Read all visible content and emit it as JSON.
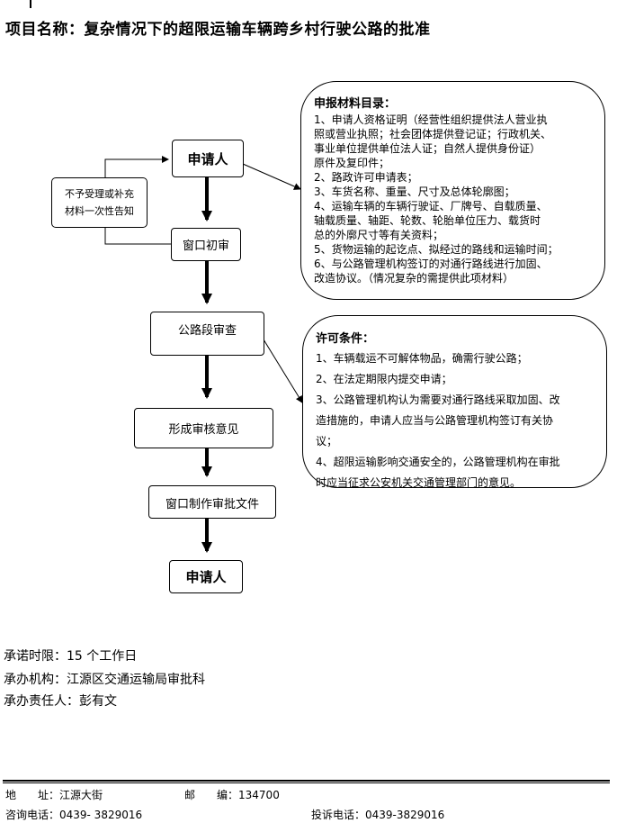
{
  "title": "项目名称：复杂情况下的超限运输车辆跨乡村行驶公路的批准",
  "flow": {
    "applicant_top": "申请人",
    "window_initial": "窗口初审",
    "road_review": "公路段审查",
    "opinion": "形成审核意见",
    "window_document": "窗口制作审批文件",
    "applicant_bottom": "申请人"
  },
  "side_note": {
    "line1": "不予受理或补充",
    "line2": "材料一次性告知"
  },
  "materials": {
    "title": "申报材料目录：",
    "lines": [
      "1、申请人资格证明（经营性组织提供法人营业执",
      "照或营业执照；社会团体提供登记证；行政机关、",
      "事业单位提供单位法人证；自然人提供身份证）",
      "原件及复印件；",
      "2、路政许可申请表；",
      "3、车货名称、重量、尺寸及总体轮廓图；",
      "4、运输车辆的车辆行驶证、厂牌号、自载质量、",
      "轴载质量、轴距、轮数、轮胎单位压力、载货时",
      "总的外廓尺寸等有关资料；",
      "5、货物运输的起讫点、拟经过的路线和运输时间；",
      "6、与公路管理机构签订的对通行路线进行加固、",
      "改造协议。（情况复杂的需提供此项材料）"
    ]
  },
  "conditions": {
    "title": "许可条件：",
    "lines": [
      "1、车辆载运不可解体物品，确需行驶公路；",
      "2、在法定期限内提交申请；",
      "3、公路管理机构认为需要对通行路线采取加固、改",
      "造措施的，申请人应当与公路管理机构签订有关协",
      "议；",
      "4、超限运输影响交通安全的，公路管理机构在审批",
      "时应当征求公安机关交通管理部门的意见。"
    ]
  },
  "commitment": {
    "time_limit": "承诺时限：15 个工作日",
    "agency": "承办机构：江源区交通运输局审批科",
    "person": "承办责任人：彭有文"
  },
  "contact": {
    "address_label": "地　　址：",
    "address_value": "江源大街",
    "postcode_label": "邮　　编：",
    "postcode_value": "134700",
    "consult": "咨询电话：0439- 3829016",
    "complaint": "投诉电话：0439-3829016"
  }
}
